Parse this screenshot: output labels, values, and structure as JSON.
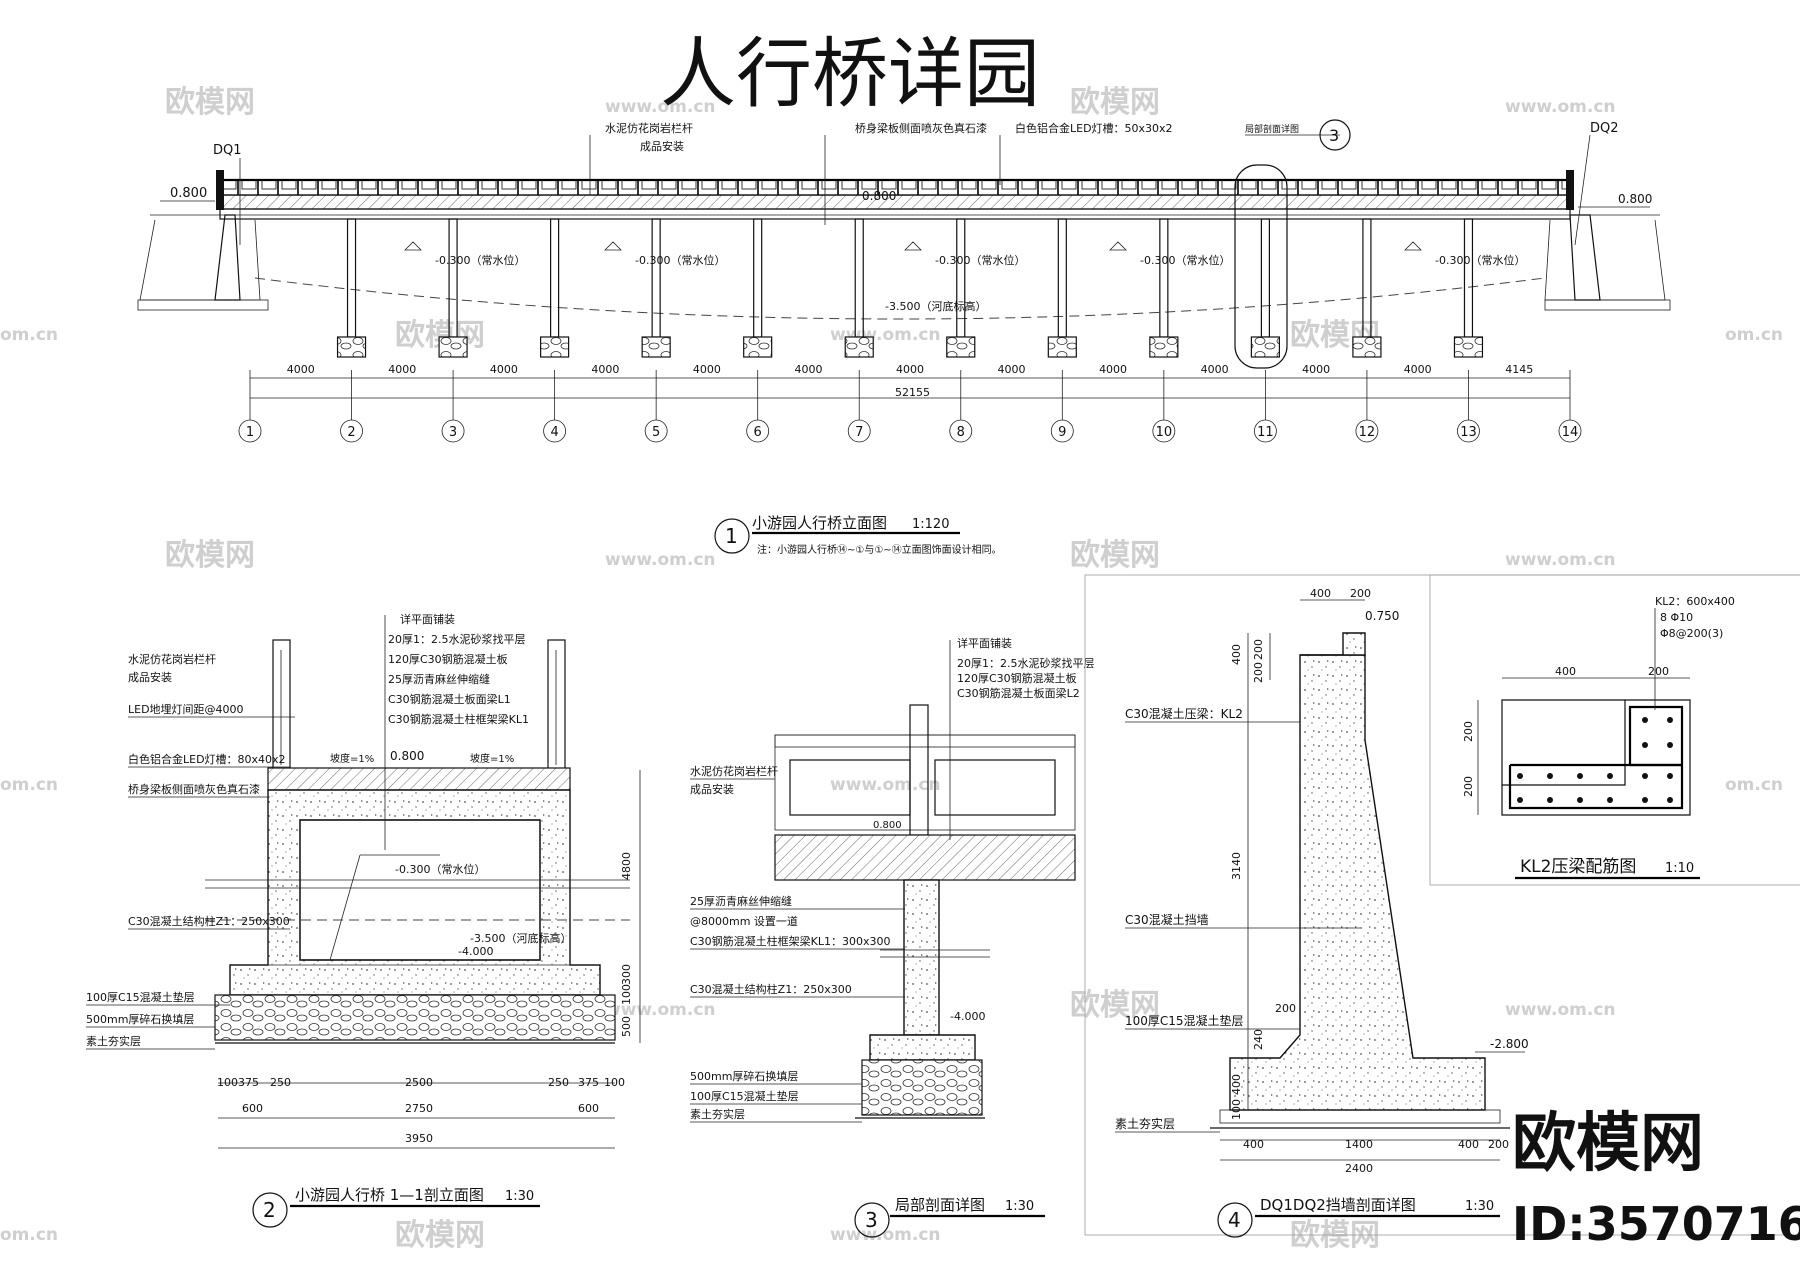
{
  "title": "人行桥详园",
  "watermark": {
    "brand": "欧模网",
    "url": "www.om.cn",
    "domain": "om.cn",
    "id": "ID:3570716"
  },
  "elevation": {
    "piers_left": "DQ1",
    "piers_right": "DQ2",
    "level_left": "0.800",
    "level_right": "0.800",
    "deck_level": "0.800",
    "water_level": "-0.300（常水位）",
    "riverbed": "-3.500（河底标高）",
    "callouts": [
      "水泥仿花岗岩栏杆",
      "成品安装",
      "桥身梁板侧面喷灰色真石漆",
      "白色铝合金LED灯槽：50x30x2",
      "局部剖面详图"
    ],
    "detail_ref": "3",
    "spans": [
      "4000",
      "4000",
      "4000",
      "4000",
      "4000",
      "4000",
      "4000",
      "4000",
      "4000",
      "4000",
      "4000",
      "4000",
      "4145"
    ],
    "total": "52155",
    "axes": [
      "①",
      "②",
      "③",
      "④",
      "⑤",
      "⑥",
      "⑦",
      "⑧",
      "⑨",
      "⑩",
      "⑪",
      "⑫",
      "⑬",
      "⑭"
    ],
    "caption_num": "1",
    "caption": "小游园人行桥立面图",
    "scale": "1:120",
    "note": "注：小游园人行桥⑭~①与①~⑭立面图饰面设计相同。"
  },
  "section2": {
    "labels_left": [
      "水泥仿花岗岩栏杆",
      "成品安装",
      "LED地埋灯间距@4000",
      "白色铝合金LED灯槽：80x40x2",
      "桥身梁板侧面喷灰色真石漆",
      "C30混凝土结构柱Z1：250x300",
      "100厚C15混凝土垫层",
      "500mm厚碎石换填层",
      "素土夯实层"
    ],
    "labels_top": [
      "详平面铺装",
      "20厚1：2.5水泥砂浆找平层",
      "120厚C30钢筋混凝土板",
      "25厚沥青麻丝伸缩缝",
      "C30钢筋混凝土板面梁L1",
      "C30钢筋混凝土柱框架梁KL1"
    ],
    "slope_left": "坡度=1%",
    "slope_right": "坡度=1%",
    "level_top": "0.800",
    "water": "-0.300（常水位）",
    "river": "-3.500（河底标高）",
    "base": "-4.000",
    "dims_right": [
      "4800",
      "300",
      "100",
      "500"
    ],
    "dims_row1": [
      "100",
      "375",
      "250",
      "2500",
      "250",
      "375",
      "100"
    ],
    "dims_row2": [
      "600",
      "2750",
      "600"
    ],
    "dims_total": "3950",
    "caption_num": "2",
    "caption": "小游园人行桥 1—1剖立面图",
    "scale": "1:30"
  },
  "section3": {
    "labels_top": [
      "详平面铺装",
      "20厚1：2.5水泥砂浆找平层",
      "120厚C30钢筋混凝土板",
      "C30钢筋混凝土板面梁L2"
    ],
    "labels_left": [
      "水泥仿花岗岩栏杆",
      "成品安装",
      "25厚沥青麻丝伸缩缝",
      "@8000mm 设置一道",
      "C30钢筋混凝土柱框架梁KL1：300x300",
      "C30混凝土结构柱Z1：250x300",
      "500mm厚碎石换填层",
      "100厚C15混凝土垫层",
      "素土夯实层"
    ],
    "level": "0.800",
    "base": "-4.000",
    "caption_num": "3",
    "caption": "局部剖面详图",
    "scale": "1:30"
  },
  "section4": {
    "labels": [
      "C30混凝土压梁：KL2",
      "C30混凝土挡墙",
      "100厚C15混凝土垫层",
      "素土夯实层"
    ],
    "level_top": "0.750",
    "level_bottom": "-2.800",
    "dims_top": [
      "400",
      "200"
    ],
    "dims_left": [
      "400",
      "200",
      "200",
      "3140",
      "200",
      "240",
      "400",
      "100"
    ],
    "dims_bottom": [
      "400",
      "1400",
      "400",
      "200"
    ],
    "dims_total": "2400",
    "caption_num": "4",
    "caption": "DQ1DQ2挡墙剖面详图",
    "scale": "1:30"
  },
  "kl2": {
    "spec": [
      "KL2：600x400",
      "8 Φ10",
      "Φ8@200(3)"
    ],
    "dims_top": [
      "400",
      "200"
    ],
    "dims_left": [
      "200",
      "200"
    ],
    "caption": "KL2压梁配筋图",
    "scale": "1:10"
  }
}
